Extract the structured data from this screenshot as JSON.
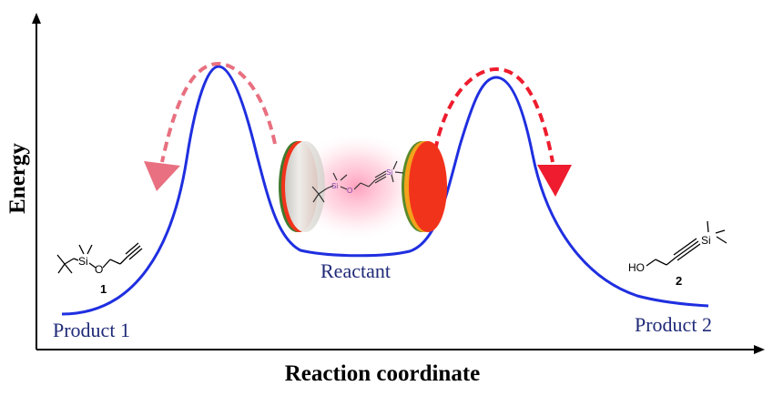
{
  "axes": {
    "x_label": "Reaction coordinate",
    "y_label": "Energy"
  },
  "states": {
    "reactant": "Reactant",
    "product_1": "Product 1",
    "product_2": "Product 2"
  },
  "molecules": {
    "compound_1": {
      "number": "1",
      "si": "Si",
      "o": "O"
    },
    "compound_2": {
      "number": "2",
      "ho": "HO",
      "si": "Si"
    },
    "reactant": {
      "si_left": "Si",
      "o": "O",
      "si_right": "Si"
    }
  },
  "colors": {
    "curve": "#1f2fe0",
    "label_text": "#1f2a78",
    "arrow_left": "#e87080",
    "arrow_right": "#ee1c2e",
    "disc_red": "#f2331b",
    "glow": "#ff8fb0",
    "axis": "#000000"
  }
}
